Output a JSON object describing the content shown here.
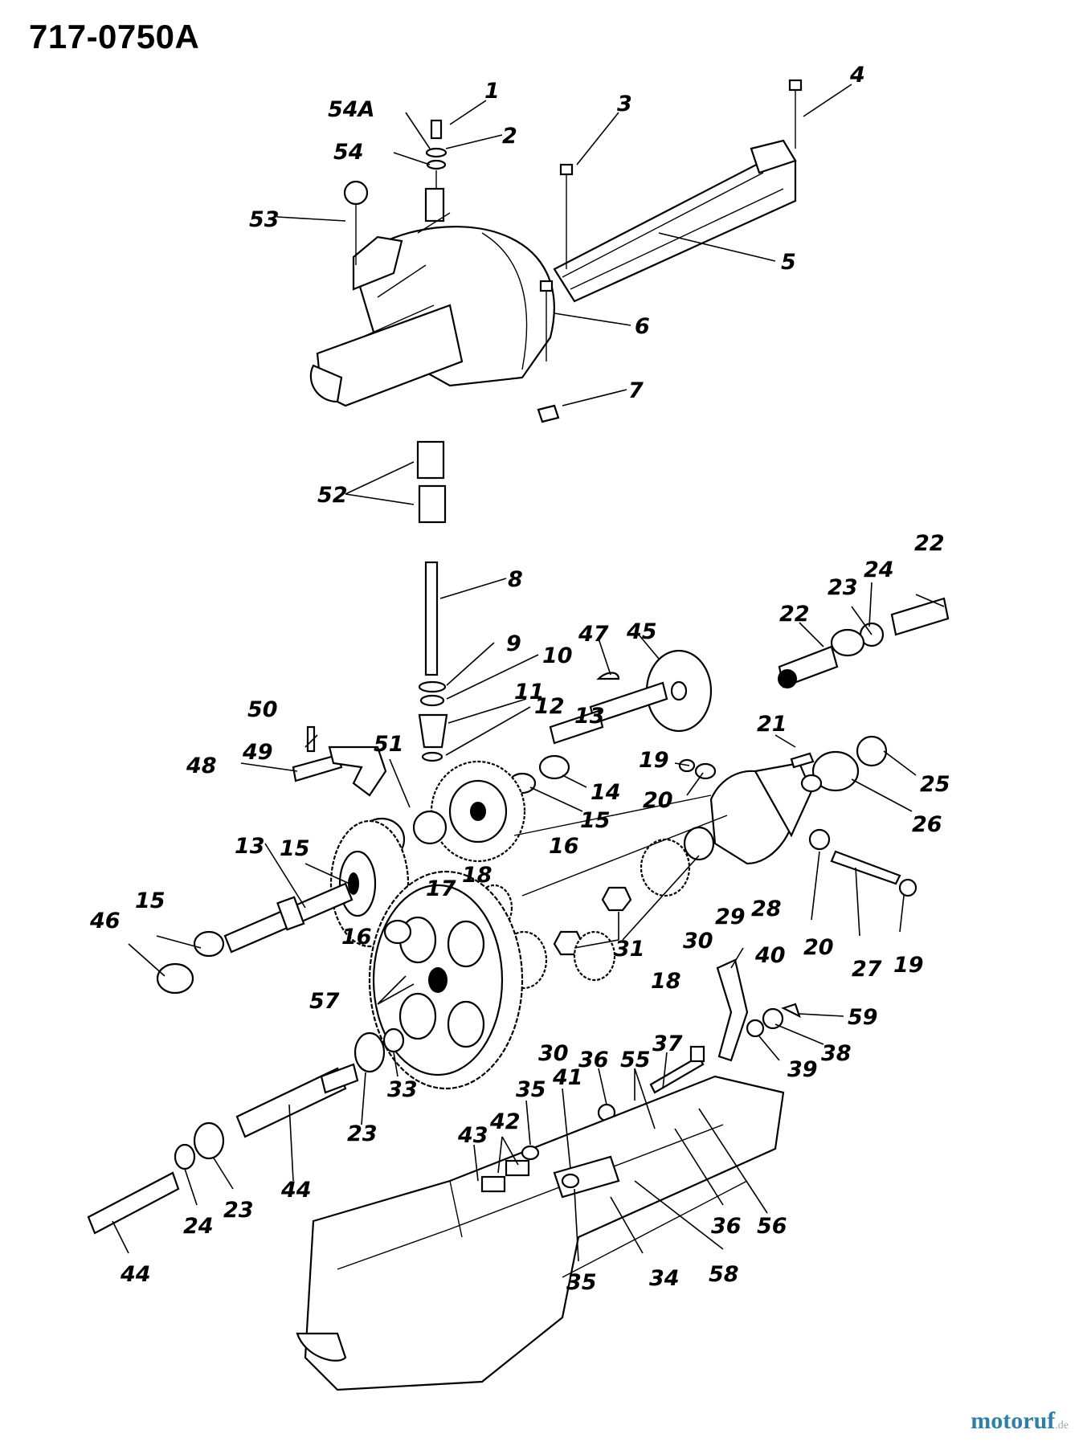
{
  "diagram": {
    "title": "717-0750A",
    "brand": {
      "name": "motoruf",
      "suffix": ".de"
    },
    "callouts": [
      {
        "id": "c1",
        "text": "1"
      },
      {
        "id": "c54a",
        "text": "54A"
      },
      {
        "id": "c2",
        "text": "2"
      },
      {
        "id": "c54",
        "text": "54"
      },
      {
        "id": "c3",
        "text": "3"
      },
      {
        "id": "c4",
        "text": "4"
      },
      {
        "id": "c53",
        "text": "53"
      },
      {
        "id": "c5",
        "text": "5"
      },
      {
        "id": "c6",
        "text": "6"
      },
      {
        "id": "c7",
        "text": "7"
      },
      {
        "id": "c52",
        "text": "52"
      },
      {
        "id": "c8",
        "text": "8"
      },
      {
        "id": "c9",
        "text": "9"
      },
      {
        "id": "c10",
        "text": "10"
      },
      {
        "id": "c11",
        "text": "11"
      },
      {
        "id": "c12",
        "text": "12"
      },
      {
        "id": "c47",
        "text": "47"
      },
      {
        "id": "c45",
        "text": "45"
      },
      {
        "id": "c13a",
        "text": "13"
      },
      {
        "id": "c22a",
        "text": "22"
      },
      {
        "id": "c23a",
        "text": "23"
      },
      {
        "id": "c24a",
        "text": "24"
      },
      {
        "id": "c22b",
        "text": "22"
      },
      {
        "id": "c21",
        "text": "21"
      },
      {
        "id": "c25",
        "text": "25"
      },
      {
        "id": "c26",
        "text": "26"
      },
      {
        "id": "c50",
        "text": "50"
      },
      {
        "id": "c49",
        "text": "49"
      },
      {
        "id": "c48",
        "text": "48"
      },
      {
        "id": "c51",
        "text": "51"
      },
      {
        "id": "c14",
        "text": "14"
      },
      {
        "id": "c15a",
        "text": "15"
      },
      {
        "id": "c16a",
        "text": "16"
      },
      {
        "id": "c19a",
        "text": "19"
      },
      {
        "id": "c20a",
        "text": "20"
      },
      {
        "id": "c13b",
        "text": "13"
      },
      {
        "id": "c15b",
        "text": "15"
      },
      {
        "id": "c17",
        "text": "17"
      },
      {
        "id": "c18a",
        "text": "18"
      },
      {
        "id": "c16b",
        "text": "16"
      },
      {
        "id": "c15c",
        "text": "15"
      },
      {
        "id": "c46",
        "text": "46"
      },
      {
        "id": "c28",
        "text": "28"
      },
      {
        "id": "c29",
        "text": "29"
      },
      {
        "id": "c30a",
        "text": "30"
      },
      {
        "id": "c20b",
        "text": "20"
      },
      {
        "id": "c27",
        "text": "27"
      },
      {
        "id": "c19b",
        "text": "19"
      },
      {
        "id": "c31",
        "text": "31"
      },
      {
        "id": "c18b",
        "text": "18"
      },
      {
        "id": "c40",
        "text": "40"
      },
      {
        "id": "c57",
        "text": "57"
      },
      {
        "id": "c59",
        "text": "59"
      },
      {
        "id": "c37",
        "text": "37"
      },
      {
        "id": "c38",
        "text": "38"
      },
      {
        "id": "c39",
        "text": "39"
      },
      {
        "id": "c30b",
        "text": "30"
      },
      {
        "id": "c36a",
        "text": "36"
      },
      {
        "id": "c55",
        "text": "55"
      },
      {
        "id": "c41",
        "text": "41"
      },
      {
        "id": "c35a",
        "text": "35"
      },
      {
        "id": "c42",
        "text": "42"
      },
      {
        "id": "c43",
        "text": "43"
      },
      {
        "id": "c33",
        "text": "33"
      },
      {
        "id": "c23b",
        "text": "23"
      },
      {
        "id": "c44a",
        "text": "44"
      },
      {
        "id": "c36b",
        "text": "36"
      },
      {
        "id": "c56",
        "text": "56"
      },
      {
        "id": "c24b",
        "text": "24"
      },
      {
        "id": "c23c",
        "text": "23"
      },
      {
        "id": "c44b",
        "text": "44"
      },
      {
        "id": "c35b",
        "text": "35"
      },
      {
        "id": "c34",
        "text": "34"
      },
      {
        "id": "c58",
        "text": "58"
      }
    ]
  }
}
